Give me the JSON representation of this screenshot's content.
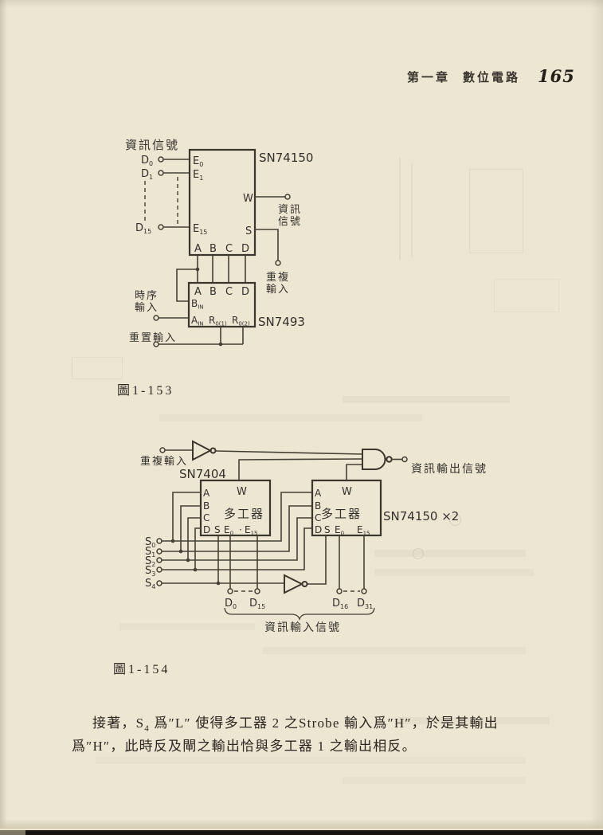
{
  "page": {
    "header": {
      "chapter": "第一章",
      "section": "數位電路",
      "page_number": "165"
    },
    "fig1": {
      "caption": "圖1-153",
      "chip1_label": "SN74150",
      "chip2_label": "SN7493",
      "data_signal": "資訊信號",
      "w_out": {
        "line1": "資訊",
        "line2": "信號"
      },
      "repeat": {
        "line1": "重複",
        "line2": "輸入"
      },
      "clock": {
        "line1": "時序",
        "line2": "輸入"
      },
      "reset": "重置輸入",
      "pins": {
        "d0": {
          "m": "D",
          "s": "0"
        },
        "d1": {
          "m": "D",
          "s": "1"
        },
        "d15": {
          "m": "D",
          "s": "15"
        },
        "e0": {
          "m": "E",
          "s": "0"
        },
        "e1": {
          "m": "E",
          "s": "1"
        },
        "e15": {
          "m": "E",
          "s": "15"
        },
        "w": "W",
        "st": "S",
        "sel": [
          "A",
          "B",
          "C",
          "D"
        ],
        "bin": {
          "m": "B",
          "s": "IN"
        },
        "ain": {
          "m": "A",
          "s": "IN"
        },
        "r01": {
          "m": "R",
          "s": "0(1)"
        },
        "r02": {
          "m": "R",
          "s": "0(2)"
        }
      }
    },
    "fig2": {
      "caption": "圖1-154",
      "repeat_input": "重複輸入",
      "inverter_label": "SN7404",
      "mux_name": "多工器",
      "chip_label": "SN74150 ×2",
      "output_label": "資訊輸出信號",
      "input_label": "資訊輸入信號",
      "pins": {
        "w": "W",
        "sel": [
          "A",
          "B",
          "C",
          "D"
        ],
        "strobe": "S",
        "e0": {
          "m": "E",
          "s": "0"
        },
        "e15": {
          "m": "E",
          "s": "15"
        },
        "dot": "·",
        "s0": {
          "m": "S",
          "s": "0"
        },
        "s1": {
          "m": "S",
          "s": "1"
        },
        "s2": {
          "m": "S",
          "s": "2"
        },
        "s3": {
          "m": "S",
          "s": "3"
        },
        "s4": {
          "m": "S",
          "s": "4"
        },
        "d0": {
          "m": "D",
          "s": "0"
        },
        "d15": {
          "m": "D",
          "s": "15"
        },
        "d16": {
          "m": "D",
          "s": "16"
        },
        "d31": {
          "m": "D",
          "s": "31"
        }
      }
    },
    "paragraph": {
      "l1a": "接著，S",
      "l1sub": "4",
      "l1b": " 爲″L″ 使得多工器 2 之Strobe 輸入爲″H″，於是其輸出",
      "l2": "爲″H″，此時反及閘之輸出恰與多工器 1 之輸出相反。"
    }
  }
}
